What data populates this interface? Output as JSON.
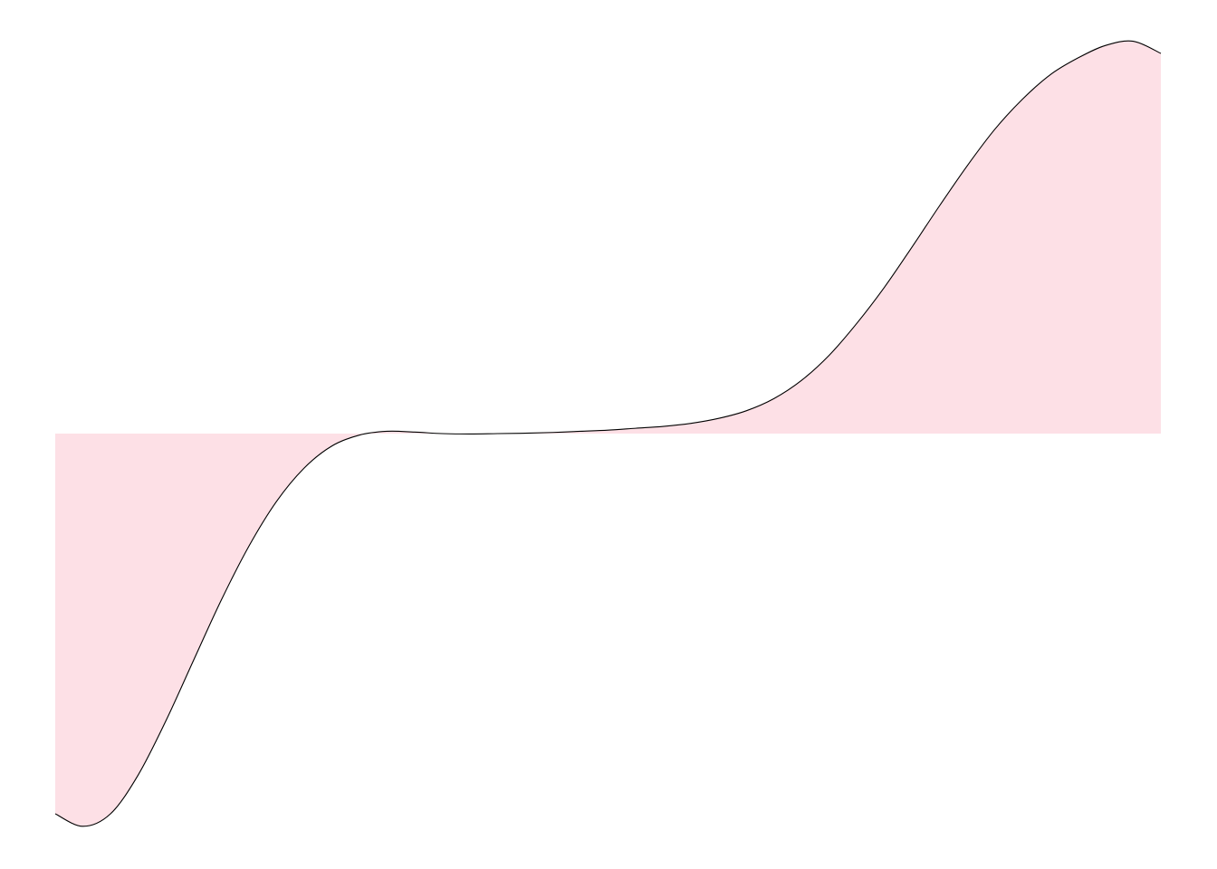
{
  "chart_data": {
    "type": "area",
    "title": "",
    "xlabel": "",
    "ylabel": "",
    "baseline": 0,
    "grid": false,
    "axes_visible": false,
    "xlim": [
      0,
      1
    ],
    "ylim": [
      -1.05,
      1.05
    ],
    "series": [
      {
        "x": [
          0.0,
          0.025,
          0.05,
          0.075,
          0.1,
          0.125,
          0.15,
          0.175,
          0.2,
          0.225,
          0.25,
          0.275,
          0.3,
          0.325,
          0.35,
          0.375,
          0.4,
          0.425,
          0.45,
          0.475,
          0.5,
          0.525,
          0.55,
          0.575,
          0.6,
          0.625,
          0.65,
          0.675,
          0.7,
          0.725,
          0.75,
          0.775,
          0.8,
          0.825,
          0.85,
          0.875,
          0.9,
          0.925,
          0.95,
          0.975,
          1.0
        ],
        "values": [
          -1.0,
          -1.033,
          -1.0,
          -0.898,
          -0.756,
          -0.597,
          -0.439,
          -0.297,
          -0.179,
          -0.091,
          -0.033,
          -0.004,
          0.006,
          0.004,
          0.0,
          -0.001,
          0.0,
          0.001,
          0.003,
          0.006,
          0.009,
          0.014,
          0.019,
          0.027,
          0.04,
          0.06,
          0.092,
          0.14,
          0.206,
          0.29,
          0.385,
          0.491,
          0.6,
          0.705,
          0.801,
          0.88,
          0.944,
          0.988,
          1.021,
          1.032,
          1.0
        ]
      }
    ],
    "colors": {
      "fill": "#fde0e6",
      "line": "#000000",
      "background": "#ffffff"
    }
  }
}
